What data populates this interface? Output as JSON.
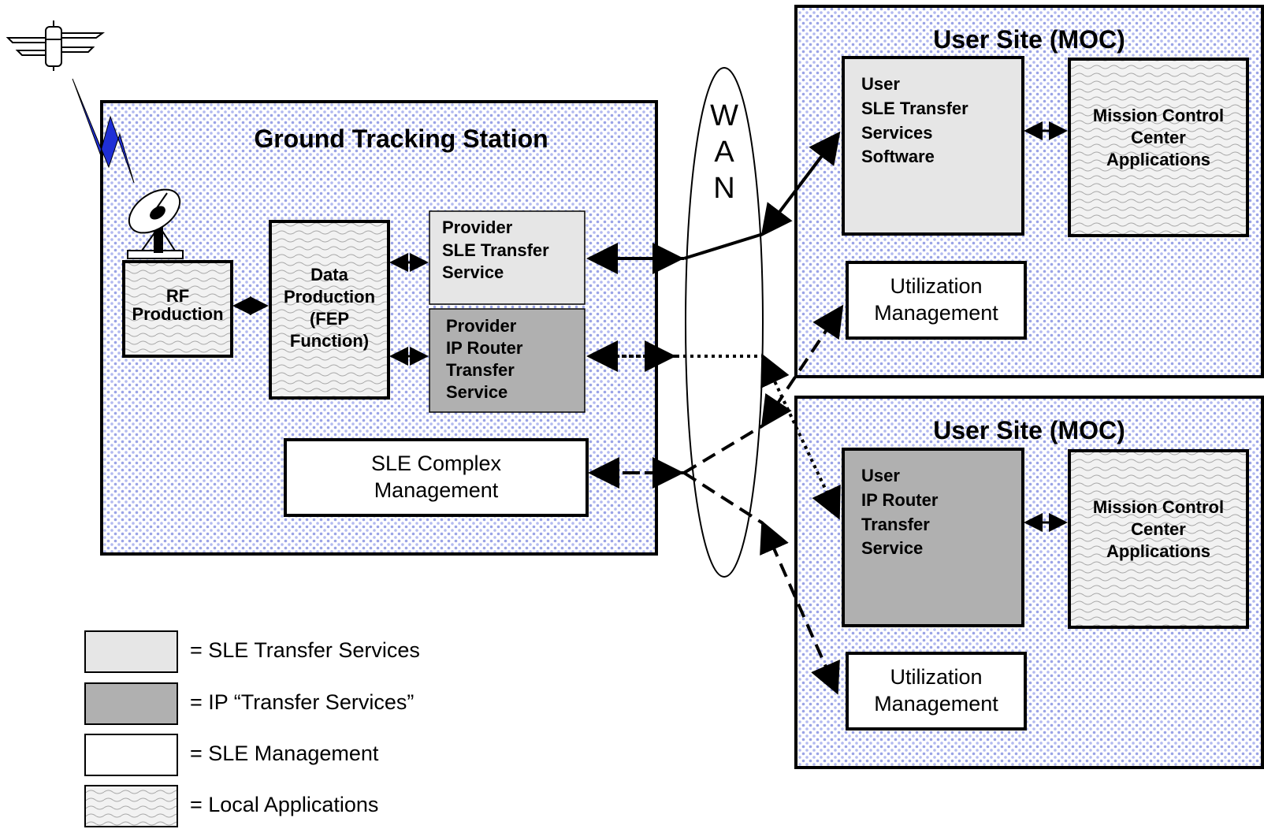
{
  "ground_station": {
    "title": "Ground Tracking Station",
    "rf_production": "RF\nProduction",
    "data_production": "Data\nProduction\n(FEP\nFunction)",
    "provider_sle": "Provider\nSLE Transfer\nService",
    "provider_ip": "Provider\nIP Router\nTransfer\nService",
    "sle_complex_mgmt": "SLE Complex\nManagement"
  },
  "wan": {
    "letters": [
      "W",
      "A",
      "N"
    ]
  },
  "user_site_1": {
    "title": "User Site (MOC)",
    "user_sle": "User\nSLE Transfer\nServices\nSoftware",
    "mcc": "Mission Control\nCenter\nApplications",
    "utilization": "Utilization\nManagement"
  },
  "user_site_2": {
    "title": "User Site (MOC)",
    "user_ip": "User\nIP Router\nTransfer\nService",
    "mcc": "Mission Control\nCenter\nApplications",
    "utilization": "Utilization\nManagement"
  },
  "legend": [
    {
      "label": "= SLE Transfer Services",
      "fill": "#e6e6e6"
    },
    {
      "label": "= IP “Transfer Services”",
      "fill": "#b0b0b0"
    },
    {
      "label": "= SLE Management",
      "fill": "#ffffff"
    },
    {
      "label": "= Local Applications",
      "fill": "pattern-wave"
    }
  ],
  "colors": {
    "dot_pattern": "#9aa3e6",
    "lightning": "#1f2fd6",
    "sle_transfer_fill": "#e6e6e6",
    "ip_transfer_fill": "#b0b0b0"
  },
  "icons": [
    "satellite-icon",
    "lightning-bolt-icon",
    "satellite-dish-icon"
  ]
}
